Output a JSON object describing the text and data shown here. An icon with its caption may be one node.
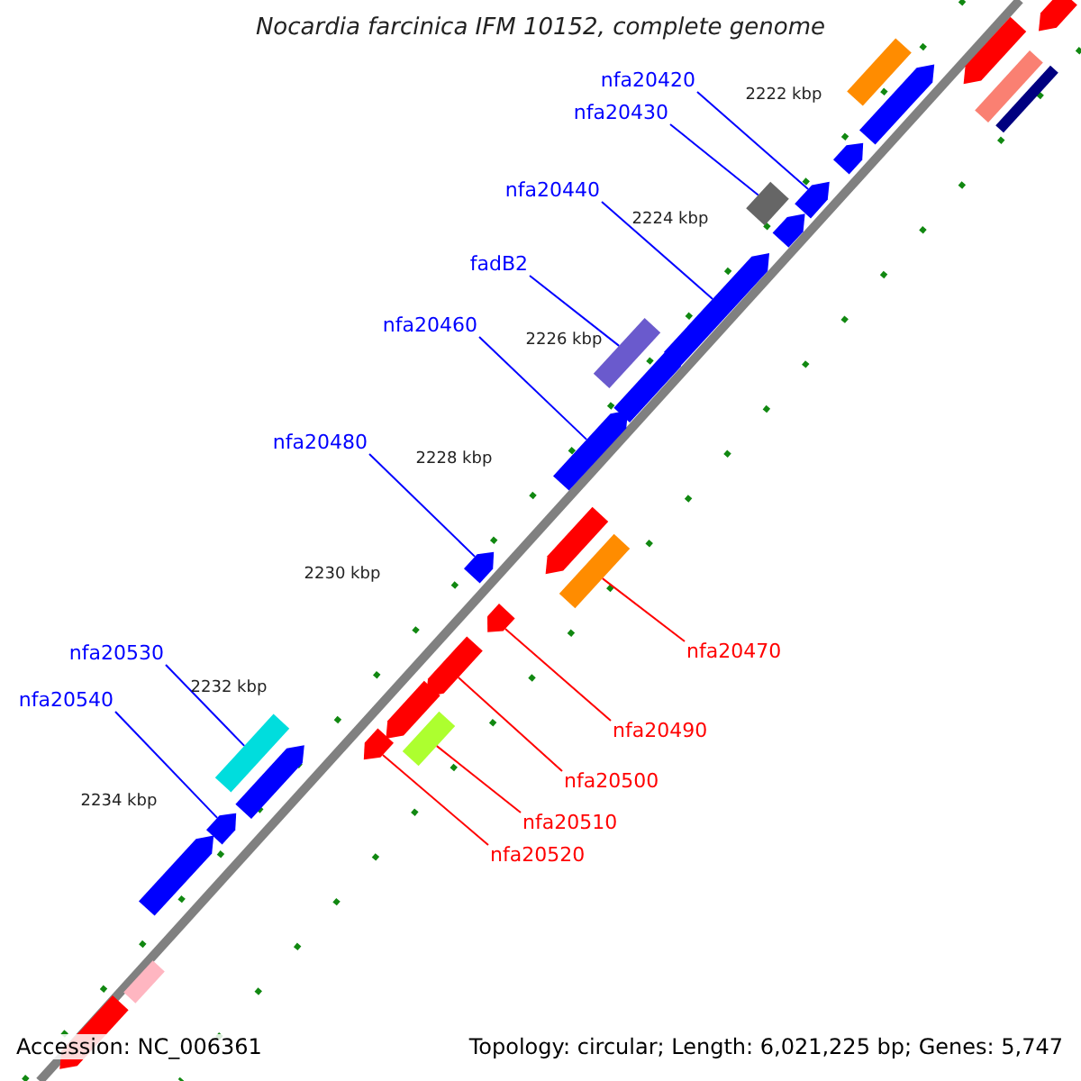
{
  "diagram": {
    "title": "Nocardia farcinica IFM 10152, complete genome",
    "nodes": [
      {
        "text": [
          "nfa20420"
        ]
      },
      {
        "text": [],
        "shape": "arrow"
      },
      {
        "text": [
          "nfa20430"
        ]
      },
      {
        "text": [],
        "shape": "box"
      },
      {
        "text": [
          "nfa20440"
        ]
      },
      {
        "text": [],
        "shape": "arrow"
      },
      {
        "text": [
          "fadB2"
        ]
      },
      {
        "text": [],
        "shape": "box"
      },
      {
        "text": [
          "nfa20460"
        ]
      },
      {
        "text": [],
        "shape": "arrow"
      },
      {
        "text": [
          "nfa20480"
        ]
      },
      {
        "text": [],
        "shape": "arrow"
      },
      {
        "text": [
          "nfa20530"
        ]
      },
      {
        "text": [],
        "shape": "box"
      },
      {
        "text": [
          "nfa20540"
        ]
      },
      {
        "text": [],
        "shape": "arrow"
      },
      {
        "text": [
          "nfa20470"
        ]
      },
      {
        "text": [],
        "shape": "box"
      },
      {
        "text": [
          "nfa20490"
        ]
      },
      {
        "text": [],
        "shape": "arrow"
      },
      {
        "text": [
          "nfa20500"
        ]
      },
      {
        "text": [],
        "shape": "arrow"
      },
      {
        "text": [
          "nfa20510"
        ]
      },
      {
        "text": [],
        "shape": "box"
      },
      {
        "text": [
          "nfa20520"
        ]
      },
      {
        "text": [],
        "shape": "arrow"
      },
      {
        "text": [],
        "shape": "arrow"
      },
      {
        "text": [],
        "shape": "box"
      },
      {
        "text": [],
        "shape": "arrow"
      },
      {
        "text": [],
        "shape": "arrow"
      },
      {
        "text": [],
        "shape": "arrow"
      },
      {
        "text": [],
        "shape": "arrow"
      },
      {
        "text": [],
        "shape": "arrow"
      },
      {
        "text": [],
        "shape": "arrow"
      },
      {
        "text": [],
        "shape": "arrow"
      },
      {
        "text": [],
        "shape": "arrow"
      },
      {
        "text": [],
        "shape": "box"
      },
      {
        "text": [],
        "shape": "box"
      },
      {
        "text": [],
        "shape": "arrow"
      },
      {
        "text": [],
        "shape": "arrow"
      },
      {
        "text": [],
        "shape": "box"
      }
    ],
    "edges": [
      {
        "from": 0,
        "to": 1,
        "arrow": "none"
      },
      {
        "from": 2,
        "to": 3,
        "arrow": "none"
      },
      {
        "from": 4,
        "to": 5,
        "arrow": "none"
      },
      {
        "from": 6,
        "to": 7,
        "arrow": "none"
      },
      {
        "from": 8,
        "to": 9,
        "arrow": "none"
      },
      {
        "from": 10,
        "to": 11,
        "arrow": "none"
      },
      {
        "from": 12,
        "to": 13,
        "arrow": "none"
      },
      {
        "from": 14,
        "to": 15,
        "arrow": "none"
      },
      {
        "from": 16,
        "to": 17,
        "arrow": "none",
        "color": "#ff0000"
      },
      {
        "from": 18,
        "to": 19,
        "arrow": "none",
        "color": "#ff0000"
      },
      {
        "from": 20,
        "to": 21,
        "arrow": "none",
        "color": "#ff0000"
      },
      {
        "from": 22,
        "to": 23,
        "arrow": "none",
        "color": "#ff0000"
      },
      {
        "from": 24,
        "to": 25,
        "arrow": "none",
        "color": "#ff0000"
      }
    ],
    "labels": [
      "2222 kbp",
      "2224 kbp",
      "2226 kbp",
      "2228 kbp",
      "2230 kbp",
      "2232 kbp",
      "2234 kbp",
      "Accession: NC_006361",
      "Topology: circular; Length: 6,021,225 bp; Genes: 5,747"
    ]
  }
}
